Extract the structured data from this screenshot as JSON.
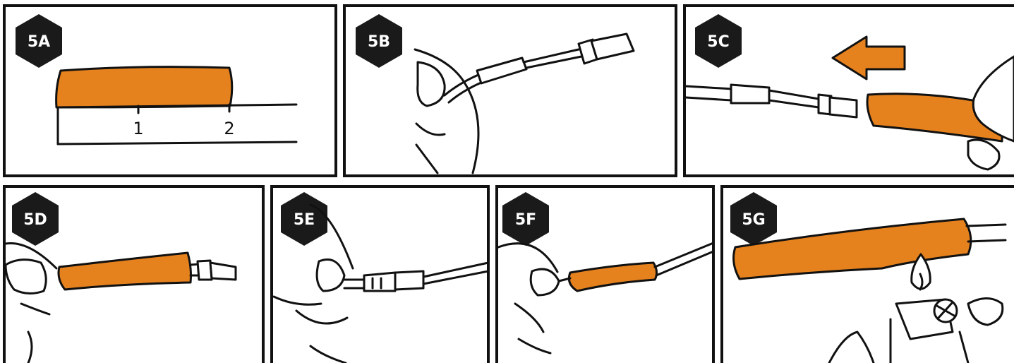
{
  "panels": [
    {
      "id": "5A",
      "label": "5A"
    },
    {
      "id": "5B",
      "label": "5B"
    },
    {
      "id": "5C",
      "label": "5C"
    },
    {
      "id": "5D",
      "label": "5D"
    },
    {
      "id": "5E",
      "label": "5E"
    },
    {
      "id": "5F",
      "label": "5F"
    },
    {
      "id": "5G",
      "label": "5G"
    }
  ],
  "ruler": {
    "mark_1": "1",
    "mark_2": "2"
  },
  "colors": {
    "accent": "#e6821e",
    "ink": "#111111",
    "badge": "#1a1a1a"
  }
}
